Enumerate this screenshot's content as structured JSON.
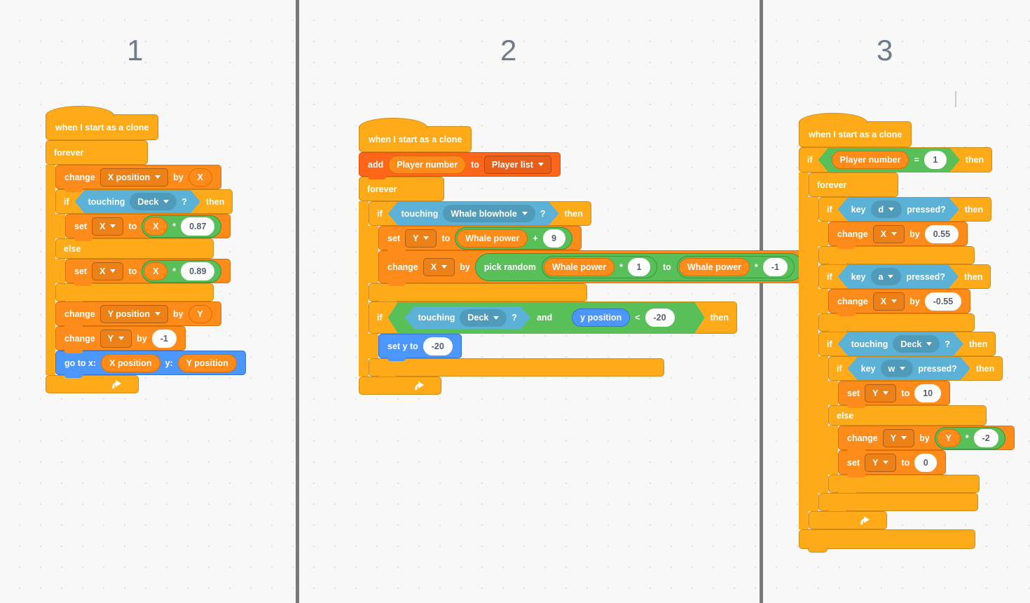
{
  "panels": {
    "n1": "1",
    "n2": "2",
    "n3": "3"
  },
  "t": {
    "hat": "when I start as a clone",
    "forever": "forever",
    "if": "if",
    "then": "then",
    "else": "else",
    "change": "change",
    "set": "set",
    "by": "by",
    "to": "to",
    "touching": "touching",
    "q": "?",
    "and": "and",
    "key": "key",
    "pressed": "pressed?",
    "add": "add",
    "pick": "pick random",
    "goto_x": "go to x:",
    "goto_y": "y:",
    "set_y_to": "set y to",
    "mul": "*",
    "plus": "+",
    "eq": "=",
    "lt": "<"
  },
  "s1": {
    "change1_var": "X position",
    "change1_val": "X",
    "touch": "Deck",
    "set1_var": "X",
    "set1_left": "X",
    "set1_right": "0.87",
    "set2_var": "X",
    "set2_left": "X",
    "set2_right": "0.89",
    "change2_var": "Y position",
    "change2_val": "Y",
    "change3_var": "Y",
    "change3_val": "-1",
    "goto_xval": "X position",
    "goto_yval": "Y position"
  },
  "s2": {
    "add_item": "Player number",
    "add_list": "Player list",
    "touch1": "Whale blowhole",
    "set1_var": "Y",
    "set1_left": "Whale power",
    "set1_right": "9",
    "change_var": "X",
    "m1_left": "Whale power",
    "m1_right": "1",
    "m2_left": "Whale power",
    "m2_right": "-1",
    "touch2": "Deck",
    "cmp_left": "y position",
    "cmp_right": "-20",
    "sety_val": "-20"
  },
  "s3": {
    "eq_left": "Player number",
    "eq_right": "1",
    "key1": "d",
    "change1_var": "X",
    "change1_val": "0.55",
    "key2": "a",
    "change2_var": "X",
    "change2_val": "-0.55",
    "touch": "Deck",
    "key3": "w",
    "set1_var": "Y",
    "set1_val": "10",
    "change3_var": "Y",
    "mul_left": "Y",
    "mul_right": "-2",
    "set2_var": "Y",
    "set2_val": "0"
  },
  "colors": {
    "control": "#ffab19",
    "control_border": "#cf8b17",
    "motion": "#4c97ff",
    "motion_border": "#3373cc",
    "sensing": "#5cb1d6",
    "operators": "#59c059",
    "variables": "#ff8c1a",
    "variables_border": "#db6e00",
    "list": "#ff661a",
    "list_border": "#e64d00",
    "canvas": "#f8f8f8",
    "divider": "#787878",
    "panel_number": "#6e7a8a",
    "input_text": "#575e75"
  }
}
